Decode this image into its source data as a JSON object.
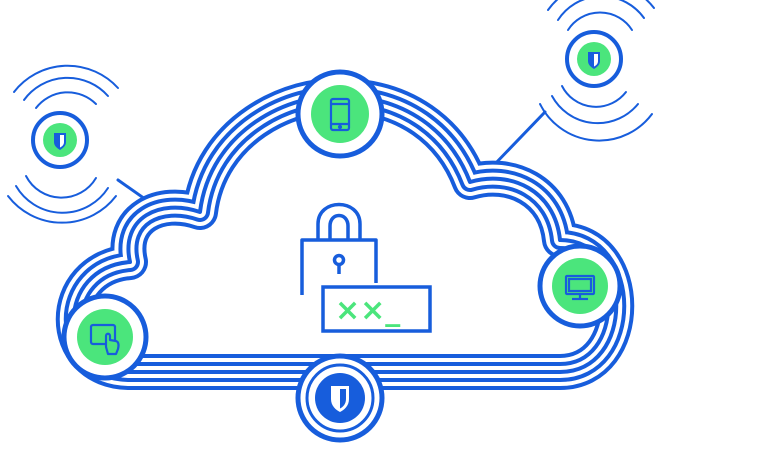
{
  "illustration": {
    "password_field_text": "××_",
    "colors": {
      "primary_blue": "#175DDC",
      "accent_green": "#4BE57C",
      "background": "#FFFFFF"
    },
    "nodes": [
      {
        "name": "smartphone-node",
        "icon": "smartphone-icon"
      },
      {
        "name": "desktop-monitor-node",
        "icon": "desktop-monitor-icon"
      },
      {
        "name": "bitwarden-shield-node",
        "icon": "shield-icon"
      },
      {
        "name": "touch-tablet-node",
        "icon": "touch-tablet-icon"
      },
      {
        "name": "external-shield-node-left",
        "icon": "shield-icon"
      },
      {
        "name": "external-shield-node-right",
        "icon": "shield-icon"
      }
    ]
  }
}
